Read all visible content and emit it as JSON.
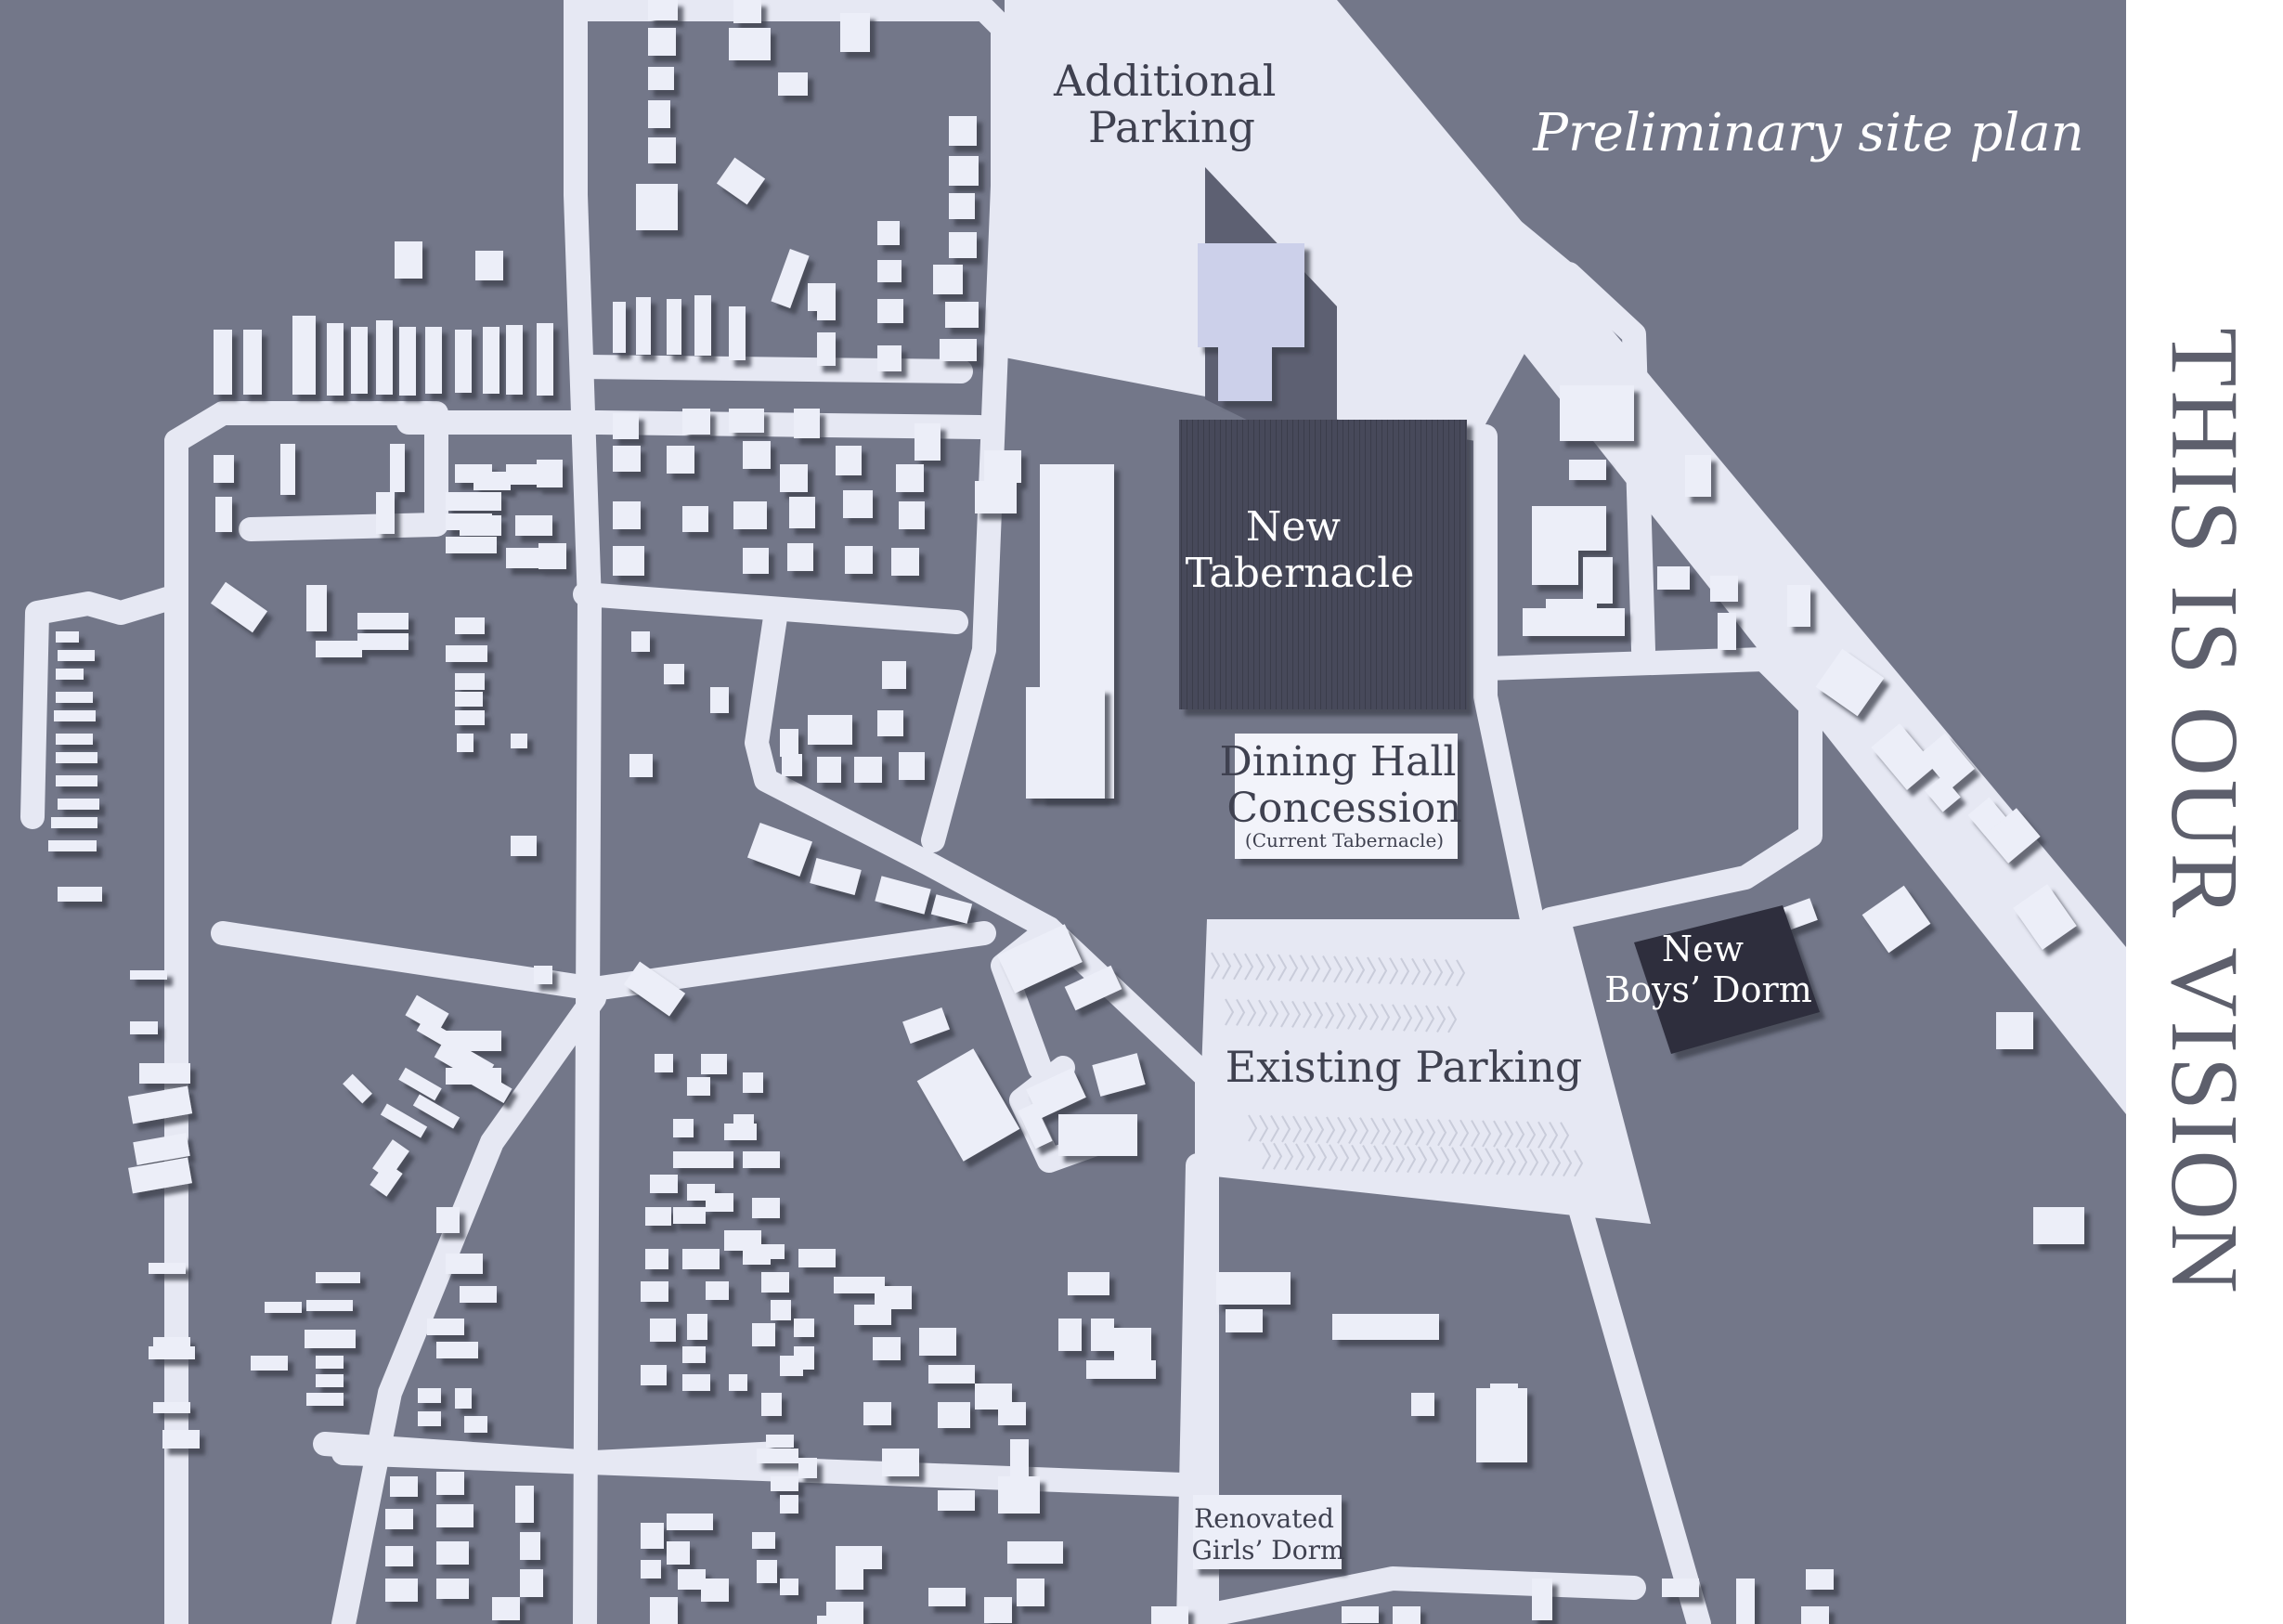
{
  "heading": "THIS IS OUR VISION",
  "subtitle": "Preliminary site plan",
  "labels": {
    "additional_parking": [
      "Additional",
      "Parking"
    ],
    "new_tabernacle": [
      "New",
      "Tabernacle"
    ],
    "dining_hall": [
      "Dining Hall",
      "Concession"
    ],
    "current_tabernacle": "(Current Tabernacle)",
    "new_boys_dorm": [
      "New",
      "Boys’ Dorm"
    ],
    "existing_parking": "Existing Parking",
    "renovated_girls_dorm": [
      "Renovated",
      "Girls’ Dorm"
    ]
  },
  "colors": {
    "ground": "#737789",
    "road": "#e6e8f3",
    "building": "#eceef8",
    "shadow": "#4e5263",
    "highlight_building": "#3f4150",
    "text_dark": "#3f4150",
    "text_light": "#ffffff",
    "heading_text": "#5d5f6c"
  }
}
